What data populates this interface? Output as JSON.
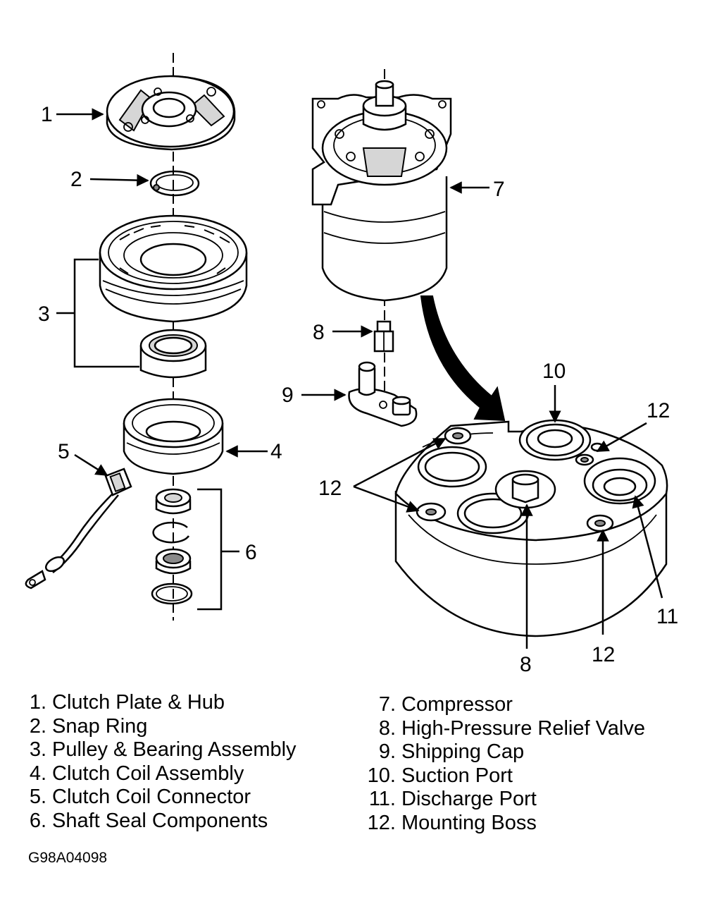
{
  "callouts": {
    "c1": "1",
    "c2": "2",
    "c3": "3",
    "c4": "4",
    "c5": "5",
    "c6": "6",
    "c7": "7",
    "c8_top": "8",
    "c9": "9",
    "c10": "10",
    "c12_top": "12",
    "c12_left": "12",
    "c8_bottom": "8",
    "c11": "11",
    "c12_bottom": "12"
  },
  "legend": {
    "left": [
      {
        "num": "1.",
        "label": "Clutch Plate & Hub"
      },
      {
        "num": "2.",
        "label": "Snap Ring"
      },
      {
        "num": "3.",
        "label": "Pulley & Bearing Assembly"
      },
      {
        "num": "4.",
        "label": "Clutch Coil Assembly"
      },
      {
        "num": "5.",
        "label": "Clutch Coil Connector"
      },
      {
        "num": "6.",
        "label": "Shaft Seal Components"
      }
    ],
    "right": [
      {
        "num": "7.",
        "label": "Compressor"
      },
      {
        "num": "8.",
        "label": "High-Pressure Relief Valve"
      },
      {
        "num": "9.",
        "label": "Shipping Cap"
      },
      {
        "num": "10.",
        "label": "Suction Port"
      },
      {
        "num": "11.",
        "label": "Discharge Port"
      },
      {
        "num": "12.",
        "label": "Mounting Boss"
      }
    ]
  },
  "figure_code": "G98A04098"
}
